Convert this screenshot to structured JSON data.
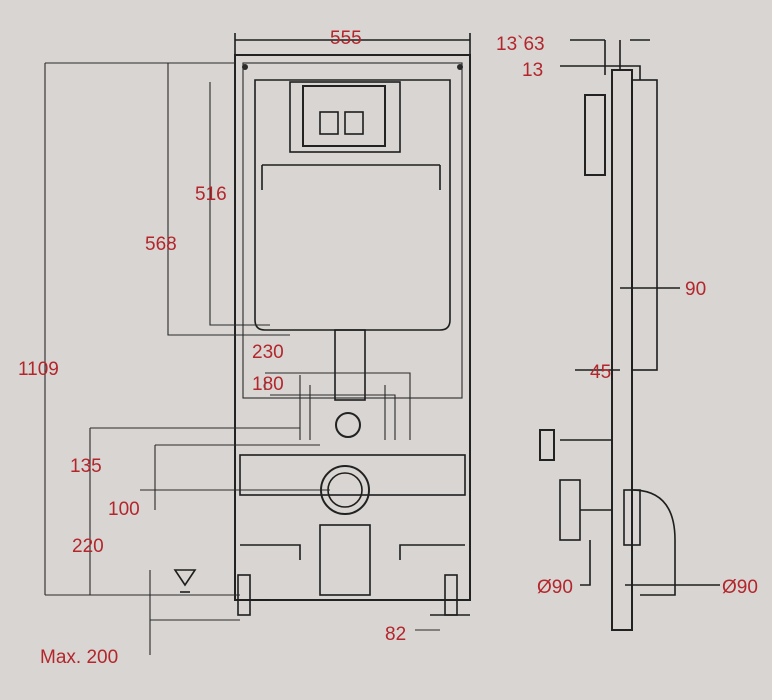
{
  "front_view": {
    "width_label": "555",
    "dim_516": "516",
    "dim_568": "568",
    "height_label": "1109",
    "dim_230": "230",
    "dim_180": "180",
    "dim_135": "135",
    "dim_100": "100",
    "dim_220": "220",
    "max_label": "Max. 200",
    "dim_82": "82"
  },
  "side_view": {
    "dim_13_63": "13`63",
    "dim_13": "13",
    "dim_90": "90",
    "dim_45": "45",
    "dia_90_left": "Ø90",
    "dia_90_right": "Ø90"
  },
  "colors": {
    "label": "#b3262c",
    "line": "#1e1e1e",
    "background": "#d8d5d2"
  }
}
